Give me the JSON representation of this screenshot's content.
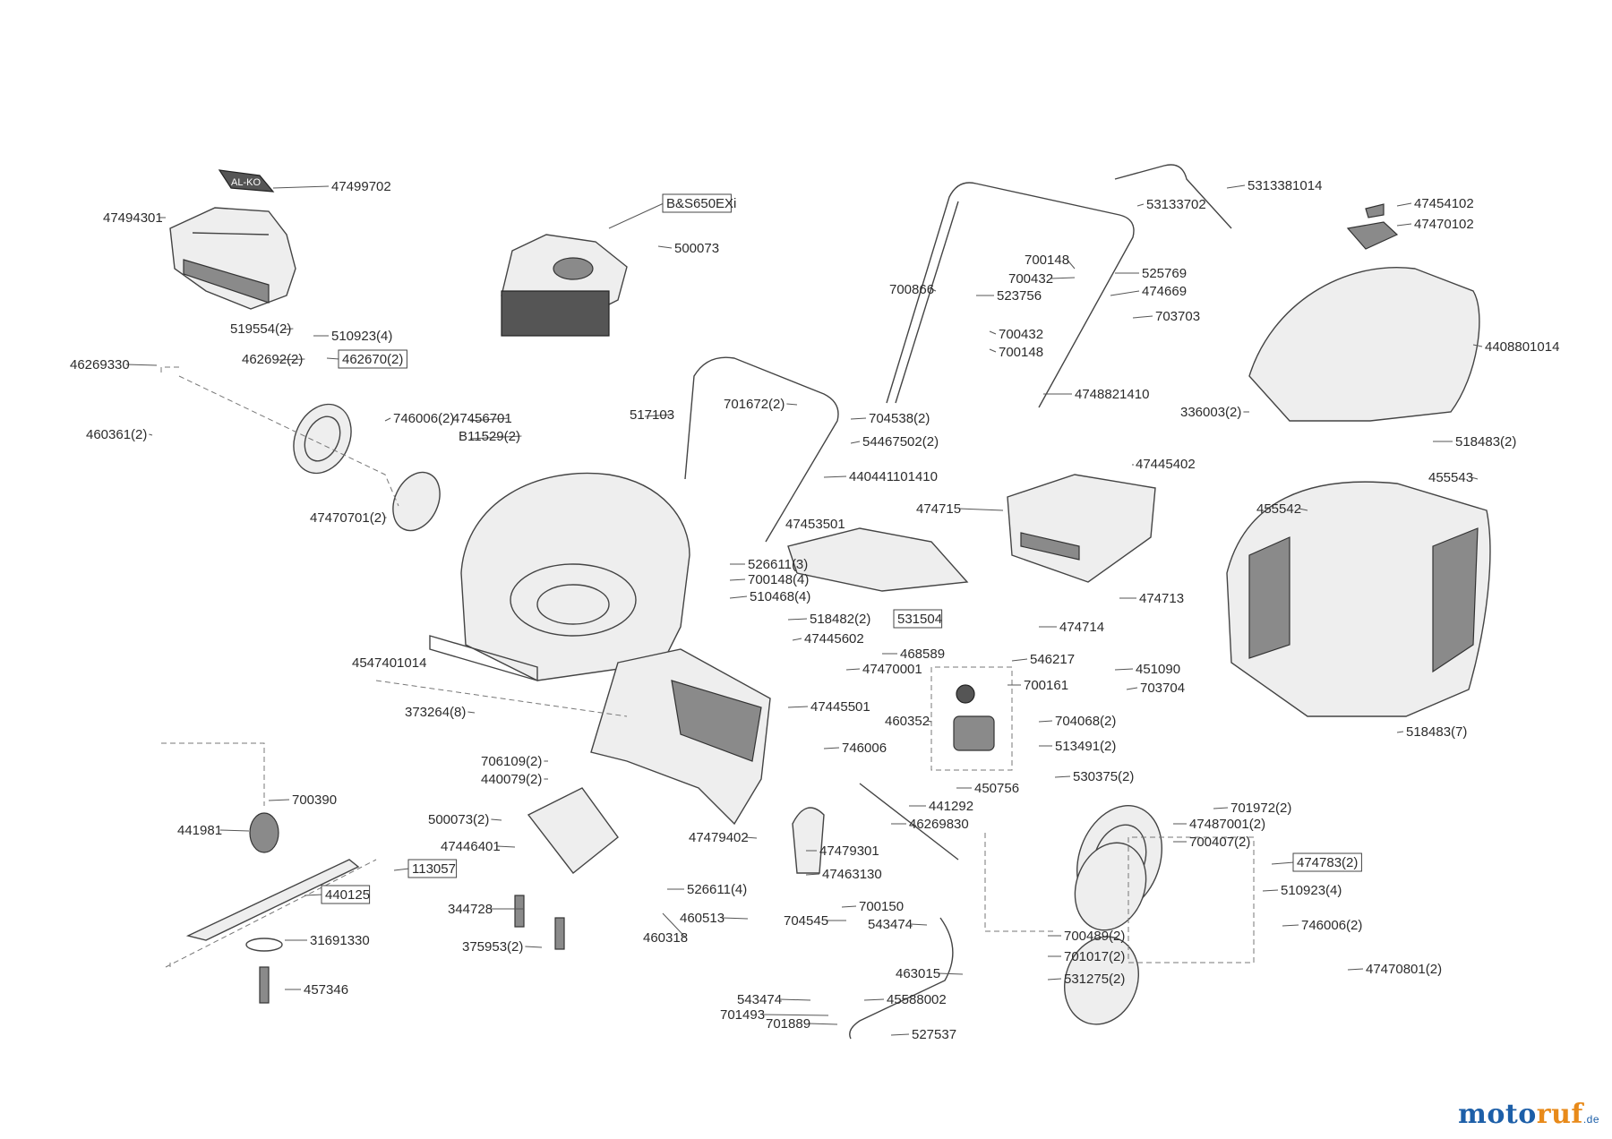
{
  "labels": {
    "l1": "47499702",
    "l2": "47494301",
    "l3": "B&S650EXi",
    "l4": "500073",
    "l5": "5313381014",
    "l6": "53133702",
    "l7": "47454102",
    "l8": "47470102",
    "l9": "700148",
    "l10": "700432",
    "l11": "525769",
    "l12": "700866",
    "l13": "523756",
    "l14": "474669",
    "l15": "703703",
    "l16": "700432",
    "l17": "700148",
    "l18": "4408801014",
    "l19": "519554(2)",
    "l20": "510923(4)",
    "l21": "46269330",
    "l22": "462692(2)",
    "l23": "462670(2)",
    "l24": "4748821410",
    "l25": "701672(2)",
    "l26": "336003(2)",
    "l27": "517103",
    "l28": "704538(2)",
    "l29": "460361(2)",
    "l30": "746006(2)",
    "l31": "47456701",
    "l32": "B11529(2)",
    "l33": "54467502(2)",
    "l34": "518483(2)",
    "l35": "440441101410",
    "l36": "47445402",
    "l37": "455543",
    "l38": "47470701(2)",
    "l39": "474715",
    "l40": "455542",
    "l41": "47453501",
    "l42": "526611(3)",
    "l43": "700148(4)",
    "l44": "510468(4)",
    "l45": "474713",
    "l46": "531504",
    "l47": "474714",
    "l48": "518482(2)",
    "l49": "47445602",
    "l50": "468589",
    "l51": "4547401014",
    "l52": "47470001",
    "l53": "546217",
    "l54": "451090",
    "l55": "700161",
    "l56": "703704",
    "l57": "373264(8)",
    "l58": "47445501",
    "l59": "460352",
    "l60": "704068(2)",
    "l61": "518483(7)",
    "l62": "513491(2)",
    "l63": "746006",
    "l64": "706109(2)",
    "l65": "440079(2)",
    "l66": "530375(2)",
    "l67": "450756",
    "l68": "700390",
    "l69": "441292",
    "l70": "701972(2)",
    "l71": "441981",
    "l72": "500073(2)",
    "l73": "46269830",
    "l74": "47487001(2)",
    "l75": "700407(2)",
    "l76": "47446401",
    "l77": "47479402",
    "l78": "47479301",
    "l79": "474783(2)",
    "l80": "113057",
    "l81": "440125",
    "l82": "47463130",
    "l83": "510923(4)",
    "l84": "526611(4)",
    "l85": "344728",
    "l86": "700150",
    "l87": "460513",
    "l88": "704545",
    "l89": "543474",
    "l90": "700489(2)",
    "l91": "746006(2)",
    "l92": "460318",
    "l93": "31691330",
    "l94": "375953(2)",
    "l95": "701017(2)",
    "l96": "47470801(2)",
    "l97": "463015",
    "l98": "457346",
    "l99": "531275(2)",
    "l100": "543474",
    "l101": "45588002",
    "l102": "701493",
    "l103": "701889",
    "l104": "527537"
  },
  "cover_badge": "AL-KO",
  "footer": {
    "brand_part1": "moto",
    "brand_part2": "ruf",
    "brand_tld": ".de"
  },
  "colors": {
    "brand_blue": "#1d5fa8",
    "brand_orange": "#e88a1a"
  }
}
